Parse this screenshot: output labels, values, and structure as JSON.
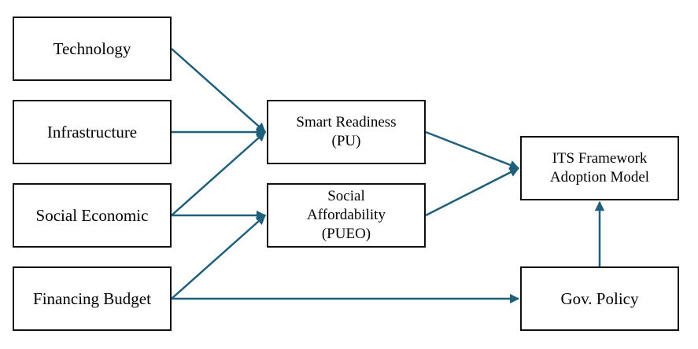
{
  "nodes": {
    "technology": "Technology",
    "infrastructure": "Infrastructure",
    "social_economic": "Social Economic",
    "financing_budget": "Financing Budget",
    "smart_readiness": {
      "line1": "Smart Readiness",
      "line2": "(PU)"
    },
    "social_affordability": {
      "line1": "Social",
      "line2": "Affordability",
      "line3": "(PUEO)"
    },
    "its_framework": {
      "line1": "ITS Framework",
      "line2": "Adoption Model"
    },
    "gov_policy": "Gov. Policy"
  },
  "edges": [
    {
      "from": "technology",
      "to": "smart_readiness"
    },
    {
      "from": "infrastructure",
      "to": "smart_readiness"
    },
    {
      "from": "social_economic",
      "to": "smart_readiness"
    },
    {
      "from": "social_economic",
      "to": "social_affordability"
    },
    {
      "from": "financing_budget",
      "to": "social_affordability"
    },
    {
      "from": "financing_budget",
      "to": "gov_policy"
    },
    {
      "from": "smart_readiness",
      "to": "its_framework"
    },
    {
      "from": "social_affordability",
      "to": "its_framework"
    },
    {
      "from": "gov_policy",
      "to": "its_framework"
    }
  ],
  "colors": {
    "arrow": "#1f5f7a",
    "box_border": "#111111",
    "text": "#000000"
  }
}
